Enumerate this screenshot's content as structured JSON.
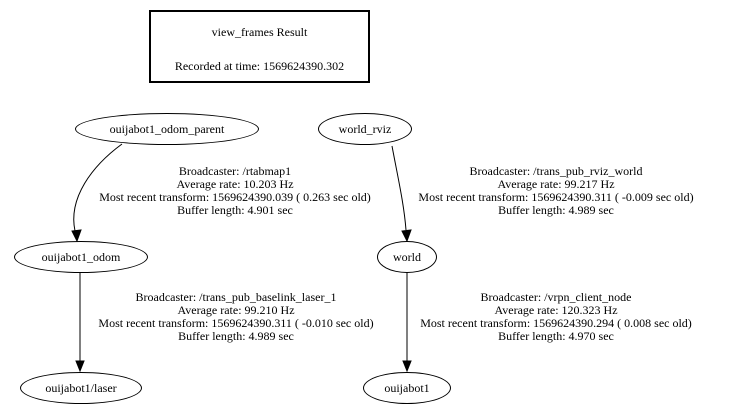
{
  "result_box": {
    "title": "view_frames Result",
    "recorded": "Recorded at time: 1569624390.302"
  },
  "nodes": [
    {
      "label": "ouijabot1_odom_parent"
    },
    {
      "label": "world_rviz"
    },
    {
      "label": "ouijabot1_odom"
    },
    {
      "label": "world"
    },
    {
      "label": "ouijabot1/laser"
    },
    {
      "label": "ouijabot1"
    }
  ],
  "edges": [
    {
      "from": "ouijabot1_odom_parent",
      "to": "ouijabot1_odom",
      "broadcaster": "Broadcaster: /rtabmap1",
      "average_rate": "Average rate: 10.203 Hz",
      "most_recent_transform": "Most recent transform: 1569624390.039 ( 0.263 sec old)",
      "buffer_length": "Buffer length: 4.901 sec"
    },
    {
      "from": "world_rviz",
      "to": "world",
      "broadcaster": "Broadcaster: /trans_pub_rviz_world",
      "average_rate": "Average rate: 99.217 Hz",
      "most_recent_transform": "Most recent transform: 1569624390.311 ( -0.009 sec old)",
      "buffer_length": "Buffer length: 4.989 sec"
    },
    {
      "from": "ouijabot1_odom",
      "to": "ouijabot1/laser",
      "broadcaster": "Broadcaster: /trans_pub_baselink_laser_1",
      "average_rate": "Average rate: 99.210 Hz",
      "most_recent_transform": "Most recent transform: 1569624390.311 ( -0.010 sec old)",
      "buffer_length": "Buffer length: 4.989 sec"
    },
    {
      "from": "world",
      "to": "ouijabot1",
      "broadcaster": "Broadcaster: /vrpn_client_node",
      "average_rate": "Average rate: 120.323 Hz",
      "most_recent_transform": "Most recent transform: 1569624390.294 ( 0.008 sec old)",
      "buffer_length": "Buffer length: 4.970 sec"
    }
  ],
  "colors": {
    "stroke": "#000000",
    "background": "#ffffff"
  }
}
